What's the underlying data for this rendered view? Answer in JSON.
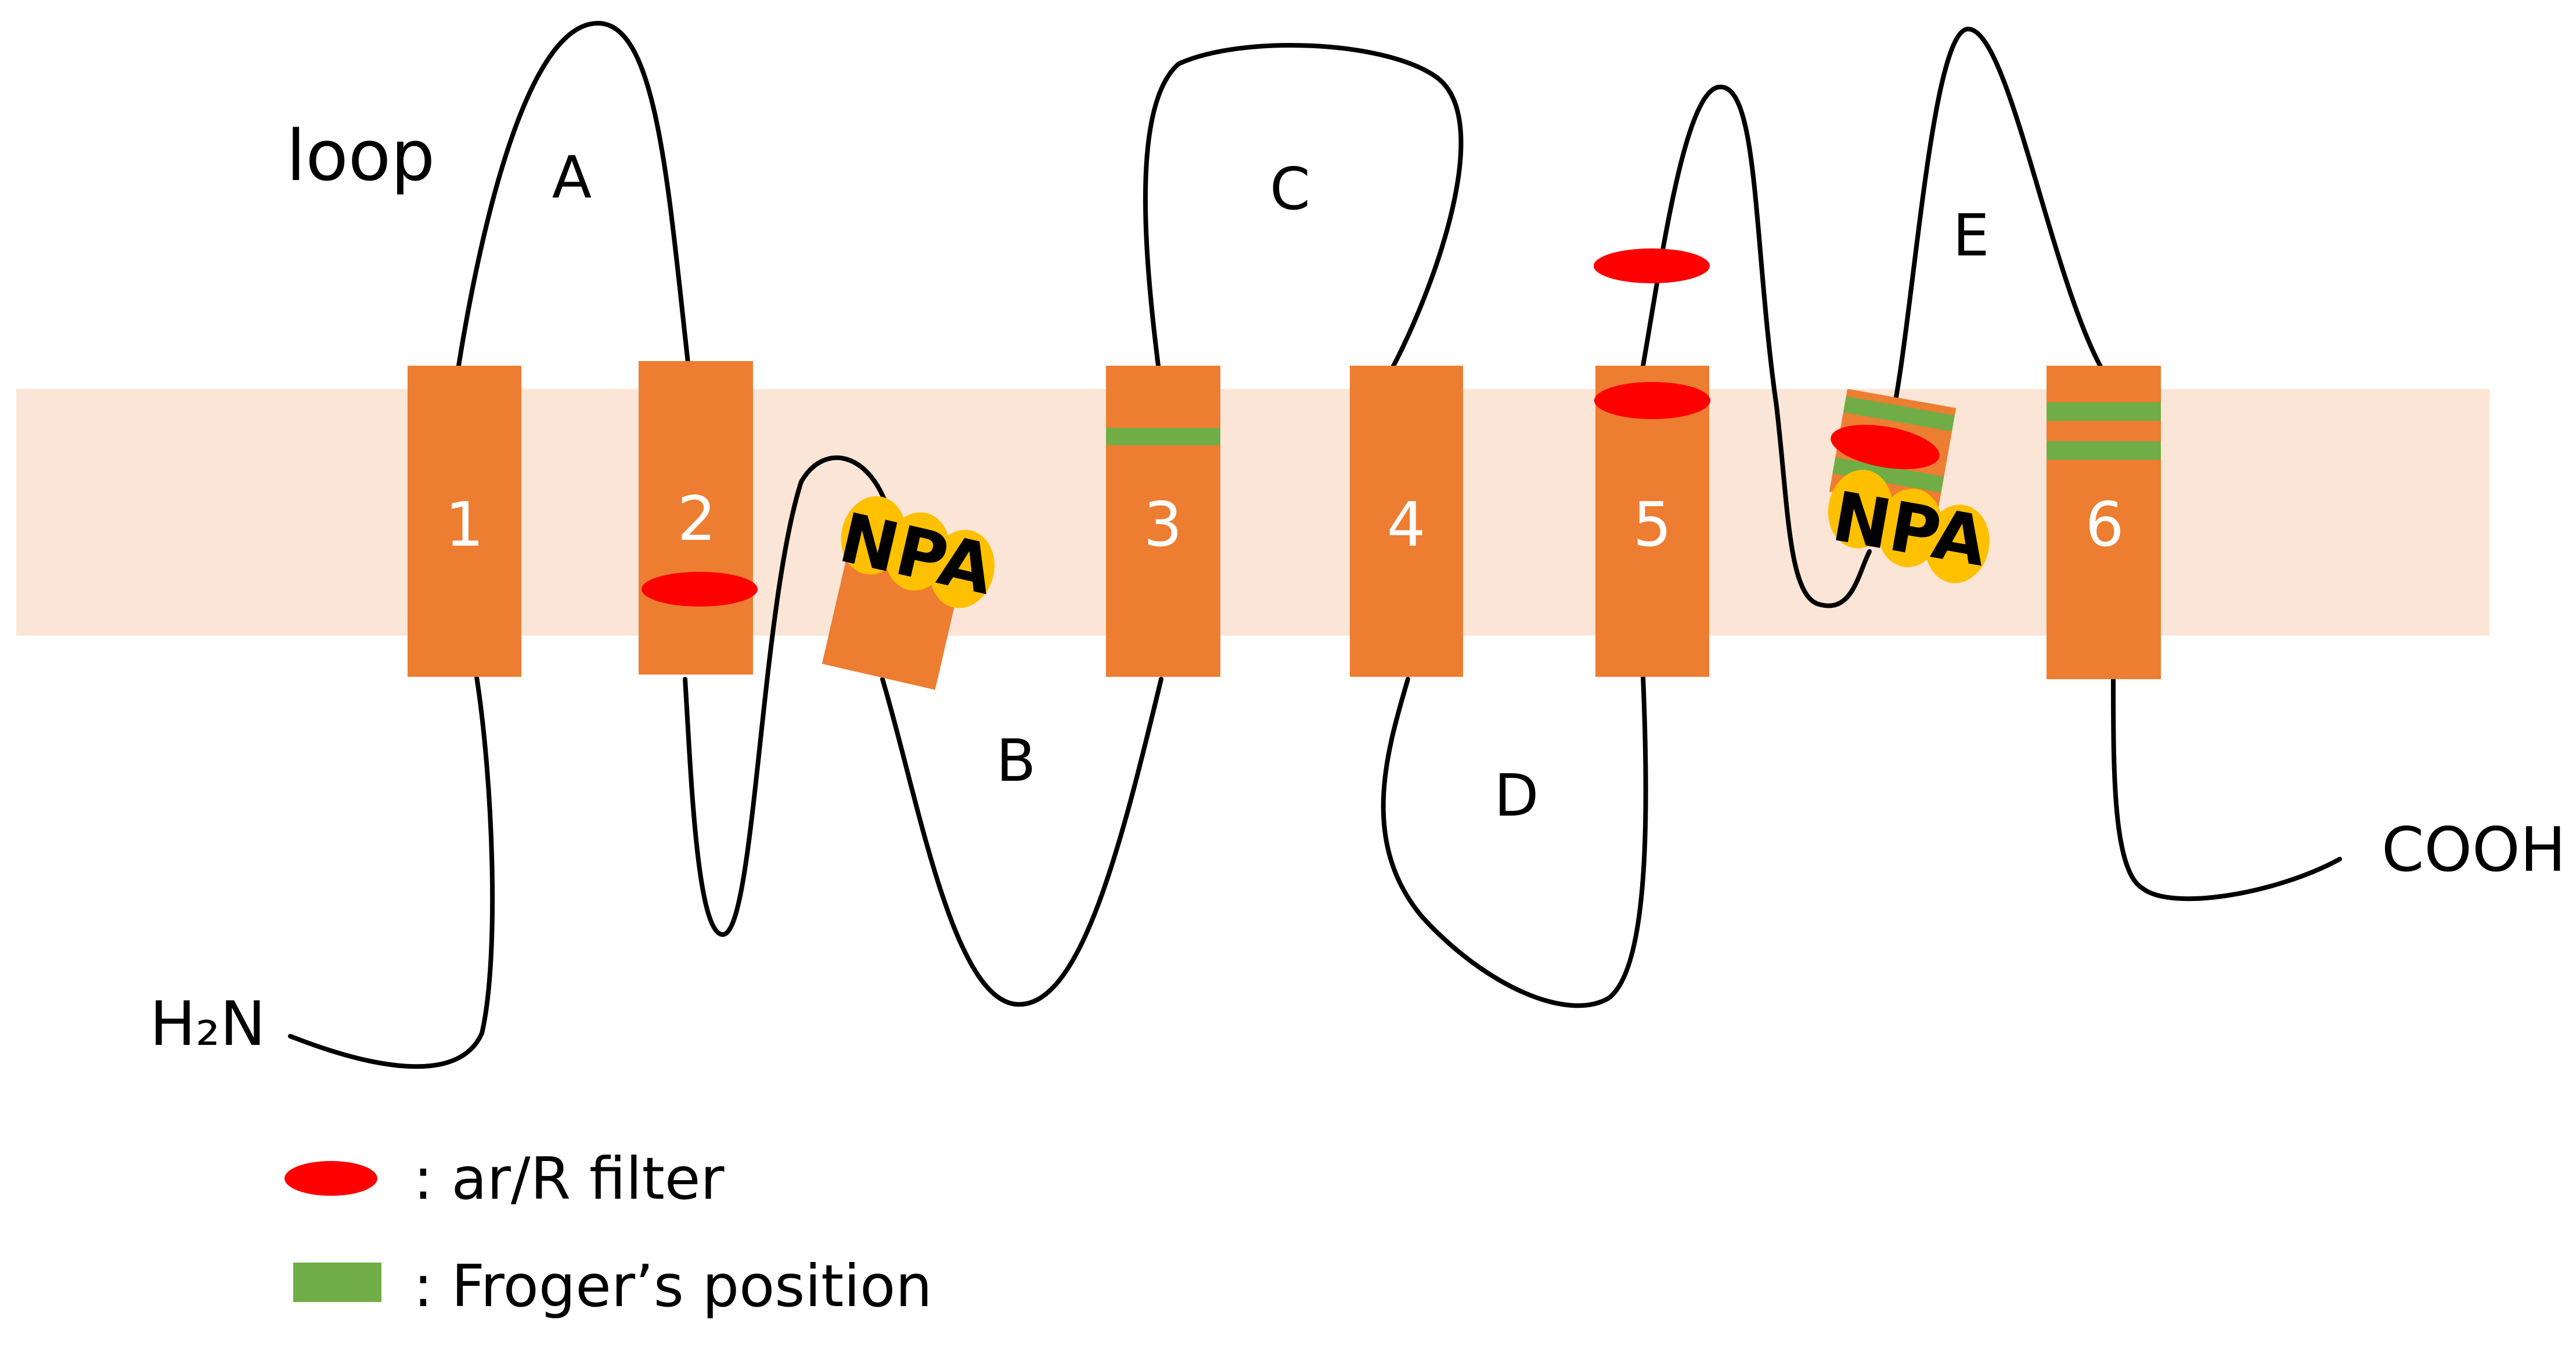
{
  "labels": {
    "loop": "loop",
    "loop_a": "A",
    "loop_b": "B",
    "loop_c": "C",
    "loop_d": "D",
    "loop_e": "E",
    "n_terminus": "H₂N",
    "c_terminus": "COOH"
  },
  "helices": [
    "1",
    "2",
    "3",
    "4",
    "5",
    "6"
  ],
  "motifs": {
    "npa_1": "NPA",
    "npa_2": "NPA"
  },
  "legend": {
    "ar_r_filter": ": ar/R filter",
    "froger_position": ": Froger’s position"
  },
  "colors": {
    "membrane": "#fbe5d6",
    "helix": "#ed7d31",
    "ar_r_filter": "#ff0000",
    "froger_position": "#70ad47",
    "npa_bubble": "#ffc000",
    "chain": "#000000"
  }
}
